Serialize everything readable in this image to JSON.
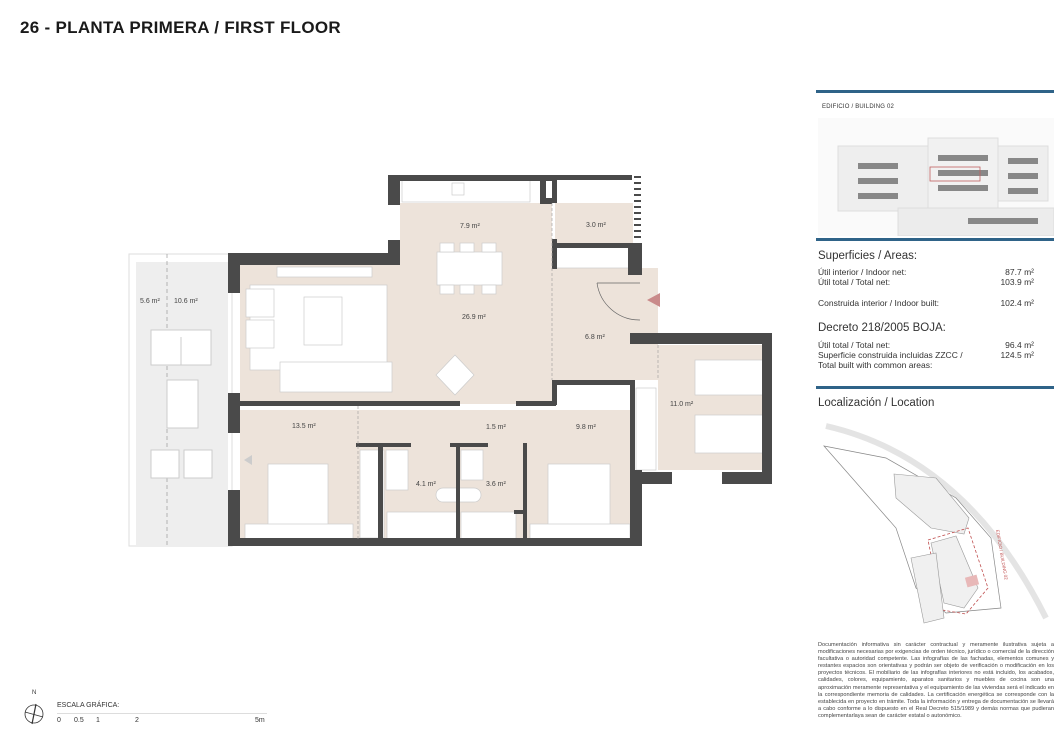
{
  "header": {
    "title": "26 - PLANTA PRIMERA / FIRST FLOOR"
  },
  "floor_plan": {
    "rooms": [
      {
        "id": "terrace-left",
        "area": "5.6 m²"
      },
      {
        "id": "terrace-right",
        "area": "10.6 m²"
      },
      {
        "id": "kitchen",
        "area": "7.9 m²"
      },
      {
        "id": "laundry",
        "area": "3.0 m²"
      },
      {
        "id": "living-dining",
        "area": "26.9 m²"
      },
      {
        "id": "entrance-hall",
        "area": "6.8 m²"
      },
      {
        "id": "bedroom-3",
        "area": "11.0 m²"
      },
      {
        "id": "master-bedroom",
        "area": "13.5 m²"
      },
      {
        "id": "corridor",
        "area": "1.5 m²"
      },
      {
        "id": "bedroom-2",
        "area": "9.8 m²"
      },
      {
        "id": "bathroom-1",
        "area": "4.1 m²"
      },
      {
        "id": "bathroom-2",
        "area": "3.6 m²"
      }
    ],
    "colors": {
      "wall": "#4a4a4a",
      "floor": "#ede3da",
      "terrace": "#eeeeee",
      "entrance_marker": "#c98a8a"
    }
  },
  "sidebar": {
    "building_label": "EDIFICIO / BUILDING 02",
    "accent_color": "#2f6388",
    "areas_heading": "Superficies / Areas:",
    "areas": [
      {
        "label": "Útil interior / Indoor net:",
        "value": "87.7 m²"
      },
      {
        "label": "Útil total / Total net:",
        "value": "103.9 m²"
      },
      {
        "label": "Construida interior / Indoor built:",
        "value": "102.4 m²"
      }
    ],
    "decree_heading": "Decreto 218/2005 BOJA:",
    "decree": [
      {
        "label": "Útil total / Total net:",
        "value": "96.4 m²"
      },
      {
        "label": "Superficie construida incluidas ZZCC /",
        "label2": "Total built with common areas:",
        "value": "124.5 m²"
      }
    ],
    "location_heading": "Localización / Location",
    "map_label": "EDIFICIO / BUILDING 02",
    "disclaimer": "Documentación informativa sin carácter contractual y meramente ilustrativa sujeta a modificaciones necesarias por exigencias de orden técnico, jurídico o comercial de la dirección facultativa o autoridad competente. Las infografías de las fachadas, elementos comunes y restantes espacios son orientativas y podrán ser objeto de verificación o modificación en los proyectos técnicos. El mobiliario de las infografías interiores no está incluido, los acabados, calidades, colores, equipamiento, aparatos sanitarios y muebles de cocina son una aproximación meramente representativa y el equipamiento de las viviendas será el indicado en la correspondiente memoria de calidades. La certificación energética se corresponde con la establecida en proyecto en trámite. Toda la información y entrega de documentación se llevará a cabo conforme a lo dispuesto en el Real Decreto 515/1989 y demás normas que pudieran complementarlaya sean de carácter estatal o autonómico."
  },
  "footer": {
    "compass_label": "N",
    "scale_title": "ESCALA GRÁFICA:",
    "scale_ticks": [
      "0",
      "0.5",
      "1",
      "2",
      "5m"
    ]
  }
}
